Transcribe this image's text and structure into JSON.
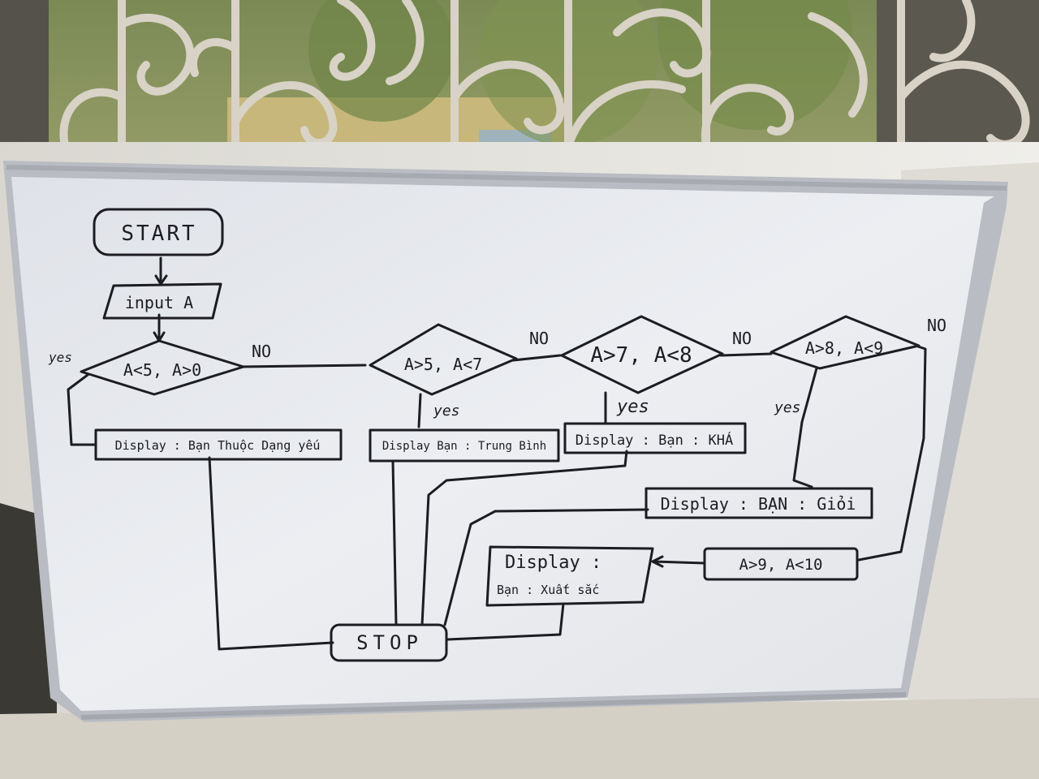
{
  "flowchart": {
    "start": "START",
    "input": "input A",
    "stop": "STOP",
    "decisions": [
      {
        "condition": "A<5, A>0",
        "yes": "yes",
        "no": "NO"
      },
      {
        "condition": "A>5, A<7",
        "yes": "yes",
        "no": "NO"
      },
      {
        "condition": "A>7, A<8",
        "yes": "yes",
        "no": "NO"
      },
      {
        "condition": "A>8, A<9",
        "yes": "yes",
        "no": "NO"
      },
      {
        "condition": "A>9, A<10"
      }
    ],
    "outputs": [
      "Display : Bạn Thuộc Dạng yếu",
      "Display Bạn : Trung Bình",
      "Display : Bạn : KHÁ",
      "Display : BẠN : Giỏi"
    ],
    "output_xuat_sac": {
      "line1": "Display :",
      "line2": "Bạn : Xuất sắc"
    }
  },
  "colors": {
    "ink": "#1c1c22",
    "board": "#e9ebf0",
    "frame": "#b9bcc2",
    "wall": "#e6e5e0",
    "grille": "#d8d2c7",
    "foliage": "#8a9a55"
  }
}
